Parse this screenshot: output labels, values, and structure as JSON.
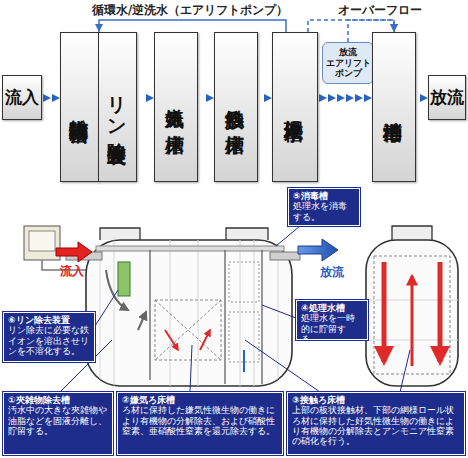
{
  "diagram": {
    "nodes": [
      {
        "text": [
          "流入"
        ]
      },
      {
        "text": [
          "夾雑物除去槽"
        ]
      },
      {
        "text": [
          "リン除去装置"
        ]
      },
      {
        "text": [
          "嫌気ろ床槽"
        ]
      },
      {
        "text": [
          "接触ろ床槽"
        ]
      },
      {
        "text": [
          "処理水槽"
        ]
      },
      {
        "text": [
          "放流 エアリフト ポンプ"
        ]
      },
      {
        "text": [
          "消毒槽"
        ]
      },
      {
        "text": [
          "放流"
        ]
      },
      {
        "text": [
          "⑤消毒槽",
          "処理水を消毒する。"
        ]
      },
      {
        "text": [
          "④処理水槽",
          "処理水を一時的に貯留する。"
        ]
      },
      {
        "text": [
          "⑥リン除去装置",
          "リン除去に必要な鉄イオンを溶出させリンを不溶化する。"
        ]
      },
      {
        "text": [
          "①夾雑物除去槽",
          "汚水中の大きな夾雑物や油脂などを固液分離し、貯留する。"
        ]
      },
      {
        "text": [
          "②嫌気ろ床槽",
          "ろ材に保持した嫌気性微生物の働きにより有機物の分解除去、および硝酸性窒素、亜硝酸性窒素を還元除去する。"
        ]
      },
      {
        "text": [
          "③接触ろ床槽",
          "上部の板状接触材、下部の網様ロール状ろ材に保持した好気性微生物の働きにより有機物の分解除去とアンモニア性窒素の硝化を行う。"
        ]
      }
    ],
    "edges": [
      {
        "from": 0,
        "to": 1,
        "arrow": "to"
      },
      {
        "from": 2,
        "to": 3,
        "arrow": "to"
      },
      {
        "from": 3,
        "to": 4,
        "arrow": "to"
      },
      {
        "from": 4,
        "to": 5,
        "arrow": "to"
      },
      {
        "from": 5,
        "to": 7,
        "arrow": "to"
      },
      {
        "from": 7,
        "to": 8,
        "arrow": "to"
      },
      {
        "from": 5,
        "to": 1,
        "label": "循環水/逆洗水（エアリフトポンプ）",
        "arrow": "to"
      },
      {
        "from": 5,
        "to": 7,
        "label": "オーバーフロー",
        "arrow": "to"
      },
      {
        "from": 6,
        "to": 7,
        "arrow": "to"
      }
    ],
    "labels": [
      "流入",
      "放流"
    ]
  }
}
